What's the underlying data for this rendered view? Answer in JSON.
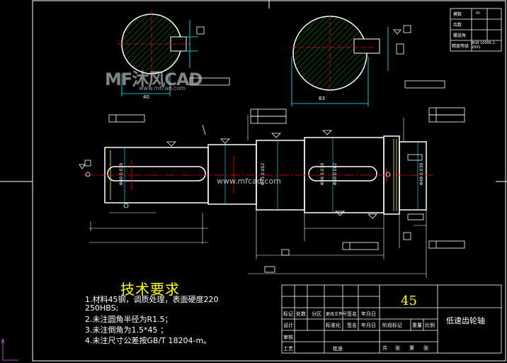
{
  "drawing": {
    "tech_requirements": {
      "title": "技术要求",
      "items": [
        "1.材料45钢，调质处理，表面硬度220",
        "  250HBS;",
        "2.未注圆角半径为R1.5；",
        "3.未注倒角为1.5*45 ；",
        "4.未注尺寸公差按GB/T 18204-m。"
      ]
    },
    "title_block": {
      "material": "45",
      "part_name": "低速齿轮轴",
      "row_labels": [
        "标记",
        "处数",
        "分区",
        "更改文件号",
        "签名",
        "年月日"
      ],
      "row2_labels": [
        "设计",
        "标准化",
        "签名",
        "年月日"
      ],
      "stage_labels": [
        "阶段标记",
        "重量",
        "比例"
      ],
      "bottom_labels": [
        "审核",
        "工艺",
        "批准"
      ],
      "sheet": [
        "共",
        "张",
        "第",
        "张"
      ]
    },
    "top_right_block": {
      "rows": [
        "模数",
        "齿数",
        "螺旋角",
        "精度等级"
      ],
      "values": [
        "m",
        "",
        "",
        "8GB 10095.1-2001"
      ]
    },
    "dimensions": {
      "section_left_width": "40",
      "section_right_width": "83",
      "diam_labels": [
        "Φ40 0.039",
        "Φ45 0.002",
        "Φ56 0.039",
        "Φ50 0.002",
        "Φ48 0.039"
      ]
    },
    "watermark": {
      "logo": "MF沐风CAD",
      "site_top": "www.mfcad.com",
      "site_mid": "www.mfcad.com"
    },
    "colors": {
      "background": "#000000",
      "outline": "#ffffff",
      "dimension": "#00ffff",
      "hatch": "#00a000",
      "center_line": "#ff0000",
      "annotation": "#ffff00"
    }
  }
}
